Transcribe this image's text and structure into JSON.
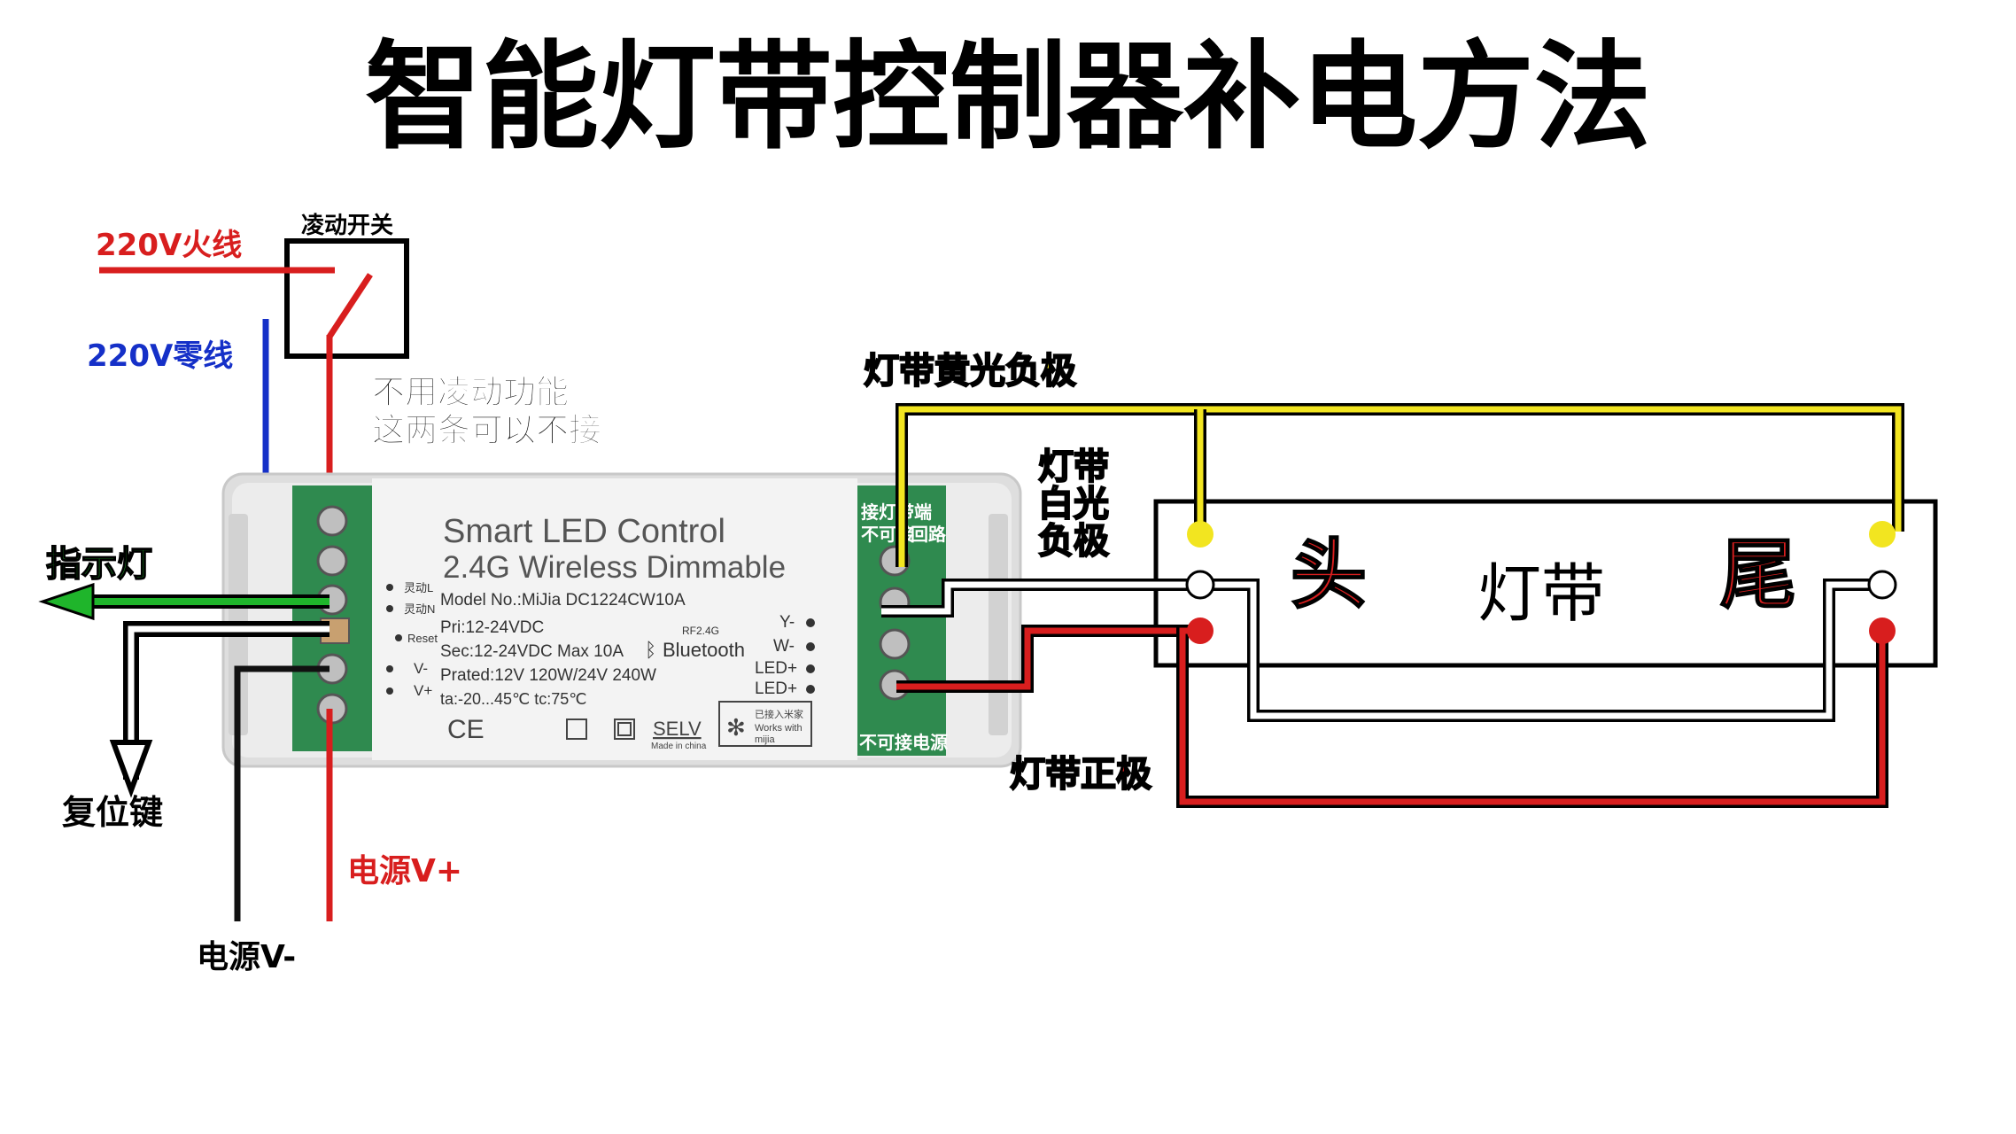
{
  "title": "智能灯带控制器补电方法",
  "labels": {
    "fire_wire": "220V火线",
    "zero_wire": "220V零线",
    "switch": "凌动开关",
    "no_need_line1": "不用凌动功能",
    "no_need_line2": "这两条可以不接",
    "indicator": "指示灯",
    "reset": "复位键",
    "power_pos": "电源V+",
    "power_neg": "电源V-",
    "yellow_neg": "灯带黄光负极",
    "white_neg_1": "灯带",
    "white_neg_2": "白光",
    "white_neg_3": "负极",
    "positive": "灯带正极",
    "strip_head": "头",
    "strip_name": "灯带",
    "strip_tail": "尾"
  },
  "controller": {
    "line1": "Smart LED Control",
    "line2": "2.4G Wireless Dimmable",
    "model": "Model No.:MiJia DC1224CW10A",
    "pri": "Pri:12-24VDC",
    "sec": "Sec:12-24VDC Max 10A",
    "prated": "Prated:12V 120W/24V 240W",
    "ta": "ta:-20...45℃  tc:75℃",
    "bluetooth": "Bluetooth",
    "rf": "RF2.4G",
    "selv": "SELV",
    "made_in": "Made in china",
    "ling_l": "灵动L",
    "ling_n": "灵动N",
    "reset": "Reset",
    "v_neg": "V-",
    "v_pos": "V+",
    "y_neg": "Y-",
    "w_neg": "W-",
    "led_pos_1": "LED+",
    "led_pos_2": "LED+",
    "right_top_1": "接灯带端",
    "right_top_2": "不可接",
    "right_top_3": "回路",
    "right_bottom": "不可接电源",
    "mijia_1": "已接入米家",
    "mijia_2": "Works with",
    "mijia_3": "mijia"
  },
  "colors": {
    "red": "#d81e1e",
    "blue": "#1530c8",
    "yellow": "#f2e520",
    "green": "#1fb52b",
    "black": "#111111",
    "white_wire": "#ffffff",
    "housing": "#eeeeee",
    "terminal_green": "#2f8a4f"
  }
}
